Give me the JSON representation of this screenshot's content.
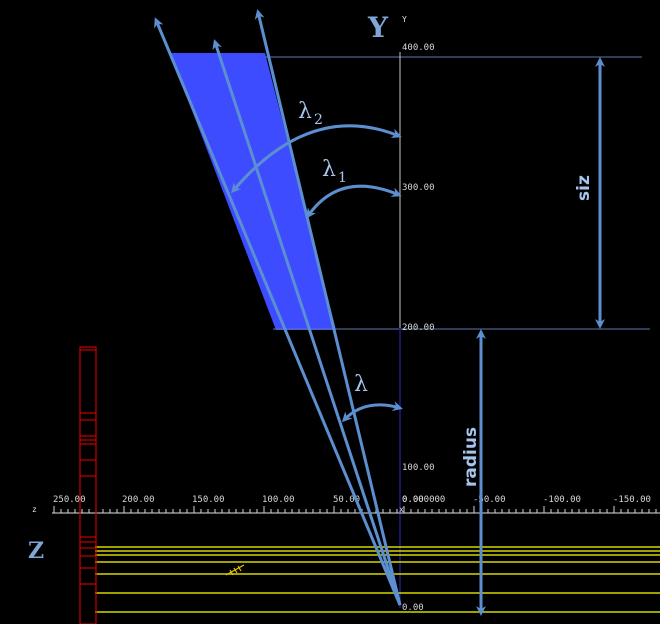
{
  "colors": {
    "background": "#000000",
    "arrow": "#5b8fd0",
    "region": "#3d4cff",
    "guide": "#6d8fc4",
    "label": "#a6c4ec",
    "ruler_yellow": "#d6d600",
    "det_red": "#cc0000",
    "dark_axis": "#1a1a8a"
  },
  "axes": {
    "y_axis_title": "Y",
    "y_axis_small": "Y",
    "z_axis_title": "Z",
    "z_axis_small": "z",
    "x_axis_small": "x",
    "y_ticks": [
      "400.00",
      "300.00",
      "200.00",
      "100.00",
      "0.00"
    ],
    "z_ticks": [
      "250.00",
      "200.00",
      "150.00",
      "100.00",
      "50.00",
      "0.00",
      "-50.00",
      "-100.00",
      "-150.00"
    ],
    "overlap_label": "0.000000"
  },
  "labels": {
    "lambda2": "λ",
    "lambda2_sub": "2",
    "lambda1": "λ",
    "lambda1_sub": "1",
    "lambda": "λ",
    "siz": "siz",
    "radius": "radius"
  }
}
